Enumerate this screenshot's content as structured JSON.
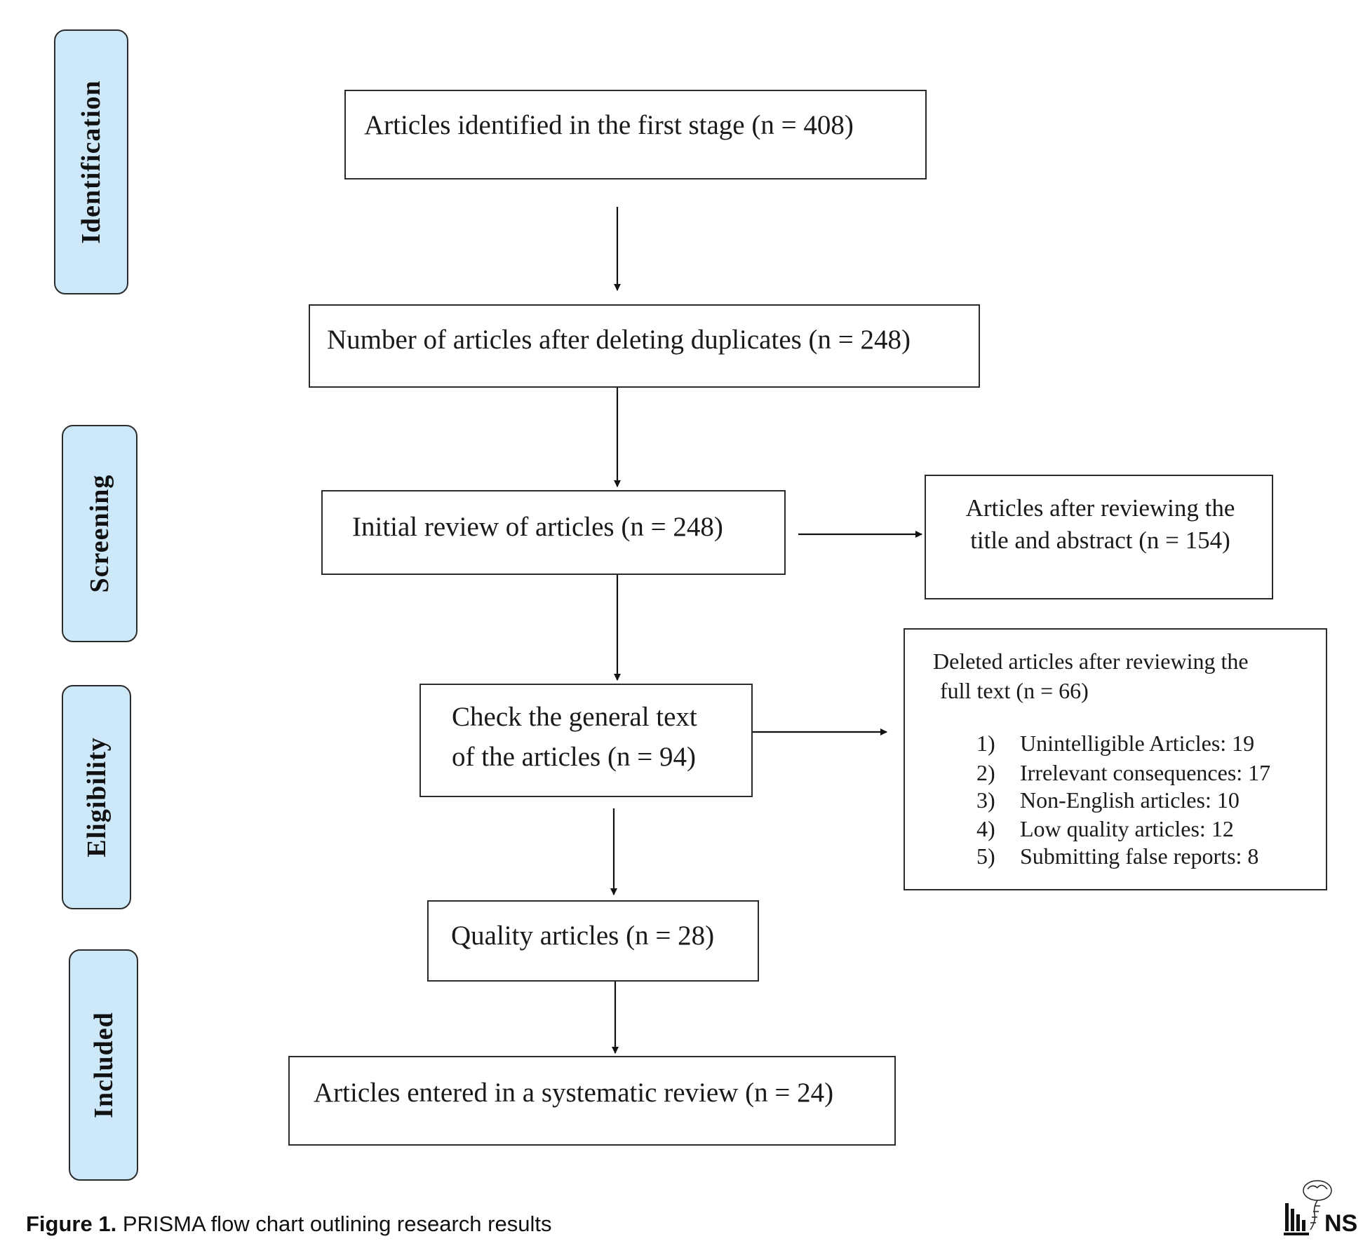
{
  "stages": {
    "identification": "Identification",
    "screening": "Screening",
    "eligibility": "Eligibility",
    "included": "Included"
  },
  "boxes": {
    "identified": "Articles identified in the first stage (n = 408)",
    "after_duplicates": "Number of articles after deleting duplicates (n = 248)",
    "initial_review": "Initial review of articles (n = 248)",
    "title_abstract_line1": "Articles after reviewing the",
    "title_abstract_line2": "title and abstract (n = 154)",
    "check_text_line1": "Check the general text",
    "check_text_line2": "of the articles (n = 94)",
    "deleted_title_line1": "Deleted articles after reviewing the",
    "deleted_title_line2": "full text (n = 66)",
    "quality": "Quality articles (n = 28)",
    "entered": "Articles entered in a systematic review (n = 24)"
  },
  "deleted_reasons": [
    {
      "num": "1)",
      "text": "Unintelligible Articles: 19"
    },
    {
      "num": "2)",
      "text": "Irrelevant consequences: 17"
    },
    {
      "num": "3)",
      "text": "Non-English articles: 10"
    },
    {
      "num": "4)",
      "text": "Low quality articles: 12"
    },
    {
      "num": "5)",
      "text": "Submitting false reports: 8"
    }
  ],
  "caption": {
    "label": "Figure 1.",
    "text": " PRISMA flow chart outlining research results"
  },
  "logo": {
    "text": "NS",
    "icon": "brain-spine-logo-icon"
  },
  "colors": {
    "stage_fill": "#cde8f8",
    "line": "#2b2b2b"
  }
}
